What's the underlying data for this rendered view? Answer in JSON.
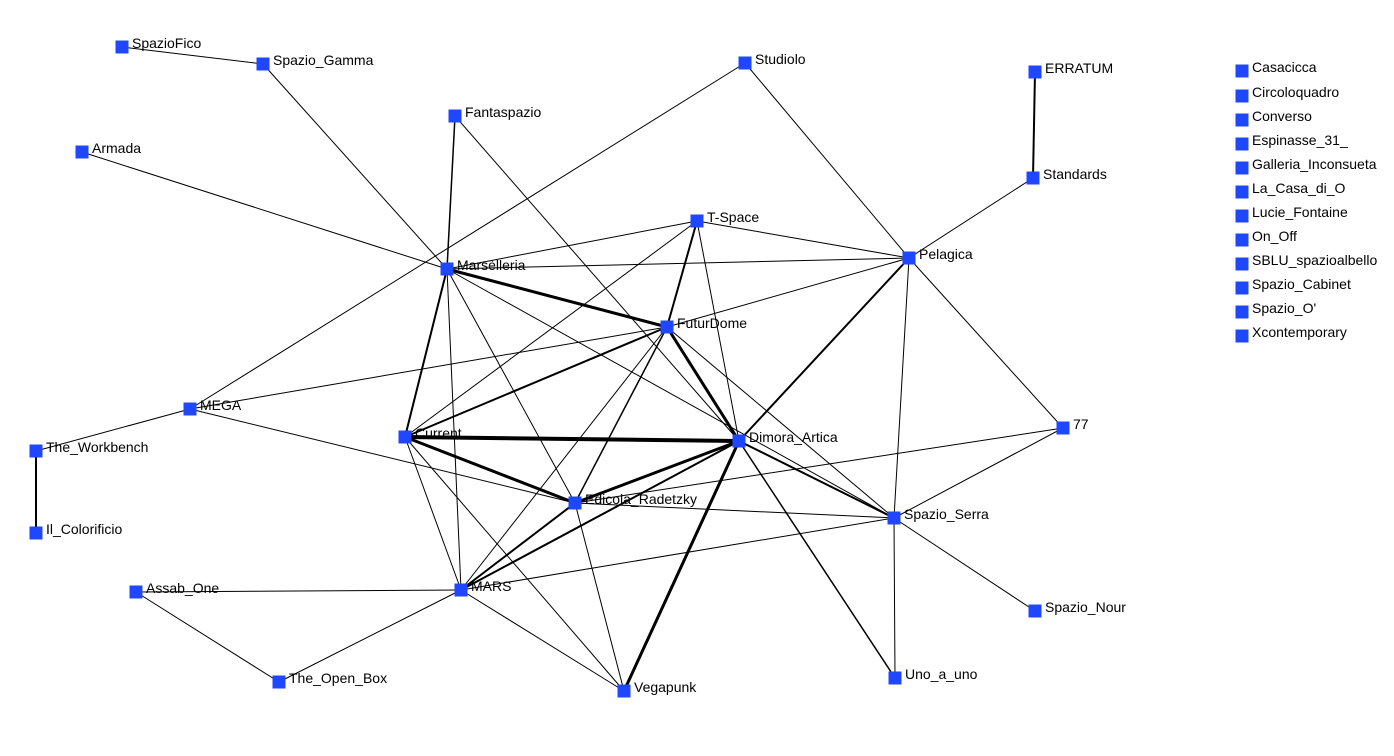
{
  "node_color": "#1f47ff",
  "edge_color": "#000000",
  "background_color": "#ffffff",
  "node_shape": "square",
  "nodes": [
    {
      "id": "SpazioFico",
      "label": "SpazioFico"
    },
    {
      "id": "Spazio_Gamma",
      "label": "Spazio_Gamma"
    },
    {
      "id": "Armada",
      "label": "Armada"
    },
    {
      "id": "Fantaspazio",
      "label": "Fantaspazio"
    },
    {
      "id": "Studiolo",
      "label": "Studiolo"
    },
    {
      "id": "ERRATUM",
      "label": "ERRATUM"
    },
    {
      "id": "Standards",
      "label": "Standards"
    },
    {
      "id": "T-Space",
      "label": "T-Space"
    },
    {
      "id": "Marselleria",
      "label": "Marsèlleria"
    },
    {
      "id": "Pelagica",
      "label": "Pelagica"
    },
    {
      "id": "FuturDome",
      "label": "FuturDome"
    },
    {
      "id": "MEGA",
      "label": "MEGA"
    },
    {
      "id": "The_Workbench",
      "label": "The_Workbench"
    },
    {
      "id": "Il_Colorificio",
      "label": "Il_Colorificio"
    },
    {
      "id": "Current",
      "label": "Current"
    },
    {
      "id": "Dimora_Artica",
      "label": "Dimora_Artica"
    },
    {
      "id": "77",
      "label": "77"
    },
    {
      "id": "Edicola_Radetzky",
      "label": "Edicola_Radetzky"
    },
    {
      "id": "Spazio_Serra",
      "label": "Spazio_Serra"
    },
    {
      "id": "Assab_One",
      "label": "Assab_One"
    },
    {
      "id": "MARS",
      "label": "MARS"
    },
    {
      "id": "Spazio_Nour",
      "label": "Spazio_Nour"
    },
    {
      "id": "The_Open_Box",
      "label": "The_Open_Box"
    },
    {
      "id": "Vegapunk",
      "label": "Vegapunk"
    },
    {
      "id": "Uno_a_uno",
      "label": "Uno_a_uno"
    },
    {
      "id": "Casacicca",
      "label": "Casacicca"
    },
    {
      "id": "Circoloquadro",
      "label": "Circoloquadro"
    },
    {
      "id": "Converso",
      "label": "Converso"
    },
    {
      "id": "Espinasse_31_",
      "label": "Espinasse_31_"
    },
    {
      "id": "Galleria_Inconsueta",
      "label": "Galleria_Inconsueta"
    },
    {
      "id": "La_Casa_di_O",
      "label": "La_Casa_di_O"
    },
    {
      "id": "Lucie_Fontaine",
      "label": "Lucie_Fontaine"
    },
    {
      "id": "On_Off",
      "label": "On_Off"
    },
    {
      "id": "SBLU_spazioalbello",
      "label": "SBLU_spazioalbello"
    },
    {
      "id": "Spazio_Cabinet",
      "label": "Spazio_Cabinet"
    },
    {
      "id": "Spazio_O",
      "label": "Spazio_O'"
    },
    {
      "id": "Xcontemporary",
      "label": "Xcontemporary"
    }
  ],
  "edges": [
    {
      "source": "SpazioFico",
      "target": "Spazio_Gamma",
      "weight": 1
    },
    {
      "source": "Spazio_Gamma",
      "target": "Marselleria",
      "weight": 1
    },
    {
      "source": "Armada",
      "target": "Marselleria",
      "weight": 1
    },
    {
      "source": "Fantaspazio",
      "target": "Marselleria",
      "weight": 1.5
    },
    {
      "source": "Fantaspazio",
      "target": "Dimora_Artica",
      "weight": 1
    },
    {
      "source": "Studiolo",
      "target": "MEGA",
      "weight": 1
    },
    {
      "source": "Studiolo",
      "target": "Pelagica",
      "weight": 1
    },
    {
      "source": "ERRATUM",
      "target": "Standards",
      "weight": 2
    },
    {
      "source": "Standards",
      "target": "Pelagica",
      "weight": 1
    },
    {
      "source": "T-Space",
      "target": "Marselleria",
      "weight": 1
    },
    {
      "source": "T-Space",
      "target": "Pelagica",
      "weight": 1
    },
    {
      "source": "T-Space",
      "target": "FuturDome",
      "weight": 2
    },
    {
      "source": "T-Space",
      "target": "Dimora_Artica",
      "weight": 1
    },
    {
      "source": "T-Space",
      "target": "Current",
      "weight": 1
    },
    {
      "source": "Marselleria",
      "target": "Pelagica",
      "weight": 1
    },
    {
      "source": "Marselleria",
      "target": "FuturDome",
      "weight": 3
    },
    {
      "source": "Marselleria",
      "target": "Current",
      "weight": 2
    },
    {
      "source": "Marselleria",
      "target": "Edicola_Radetzky",
      "weight": 1
    },
    {
      "source": "Marselleria",
      "target": "Spazio_Serra",
      "weight": 1
    },
    {
      "source": "Marselleria",
      "target": "MARS",
      "weight": 1
    },
    {
      "source": "Pelagica",
      "target": "FuturDome",
      "weight": 1
    },
    {
      "source": "Pelagica",
      "target": "Dimora_Artica",
      "weight": 2
    },
    {
      "source": "Pelagica",
      "target": "Spazio_Serra",
      "weight": 1
    },
    {
      "source": "Pelagica",
      "target": "77",
      "weight": 1
    },
    {
      "source": "FuturDome",
      "target": "MEGA",
      "weight": 1
    },
    {
      "source": "FuturDome",
      "target": "Current",
      "weight": 2
    },
    {
      "source": "FuturDome",
      "target": "Dimora_Artica",
      "weight": 3
    },
    {
      "source": "FuturDome",
      "target": "Edicola_Radetzky",
      "weight": 1.5
    },
    {
      "source": "FuturDome",
      "target": "MARS",
      "weight": 1
    },
    {
      "source": "FuturDome",
      "target": "Spazio_Serra",
      "weight": 1
    },
    {
      "source": "MEGA",
      "target": "The_Workbench",
      "weight": 1
    },
    {
      "source": "MEGA",
      "target": "Edicola_Radetzky",
      "weight": 1
    },
    {
      "source": "The_Workbench",
      "target": "Il_Colorificio",
      "weight": 2
    },
    {
      "source": "Current",
      "target": "Dimora_Artica",
      "weight": 4
    },
    {
      "source": "Current",
      "target": "Edicola_Radetzky",
      "weight": 3
    },
    {
      "source": "Current",
      "target": "MARS",
      "weight": 1
    },
    {
      "source": "Current",
      "target": "Vegapunk",
      "weight": 1
    },
    {
      "source": "Dimora_Artica",
      "target": "Edicola_Radetzky",
      "weight": 3
    },
    {
      "source": "Dimora_Artica",
      "target": "MARS",
      "weight": 2
    },
    {
      "source": "Dimora_Artica",
      "target": "Spazio_Serra",
      "weight": 2
    },
    {
      "source": "Dimora_Artica",
      "target": "Vegapunk",
      "weight": 3
    },
    {
      "source": "Dimora_Artica",
      "target": "Uno_a_uno",
      "weight": 1.5
    },
    {
      "source": "Edicola_Radetzky",
      "target": "77",
      "weight": 1
    },
    {
      "source": "Edicola_Radetzky",
      "target": "Spazio_Serra",
      "weight": 1
    },
    {
      "source": "Edicola_Radetzky",
      "target": "Vegapunk",
      "weight": 1
    },
    {
      "source": "Edicola_Radetzky",
      "target": "MARS",
      "weight": 2
    },
    {
      "source": "Spazio_Serra",
      "target": "77",
      "weight": 1
    },
    {
      "source": "Spazio_Serra",
      "target": "Spazio_Nour",
      "weight": 1
    },
    {
      "source": "Spazio_Serra",
      "target": "Uno_a_uno",
      "weight": 1
    },
    {
      "source": "Spazio_Serra",
      "target": "MARS",
      "weight": 1
    },
    {
      "source": "Assab_One",
      "target": "MARS",
      "weight": 1
    },
    {
      "source": "Assab_One",
      "target": "The_Open_Box",
      "weight": 1
    },
    {
      "source": "MARS",
      "target": "The_Open_Box",
      "weight": 1
    },
    {
      "source": "MARS",
      "target": "Vegapunk",
      "weight": 1
    }
  ]
}
